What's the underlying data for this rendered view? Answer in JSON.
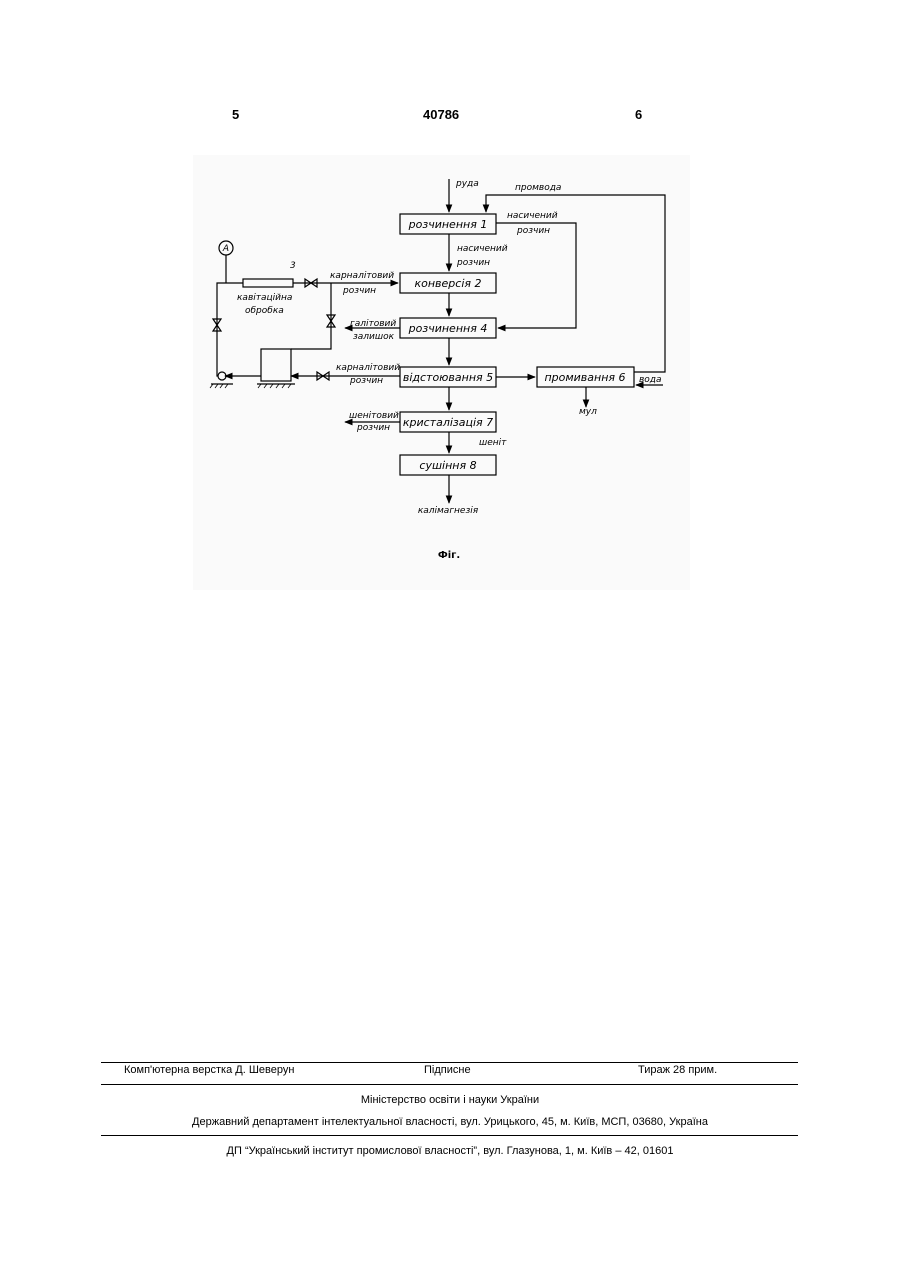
{
  "header": {
    "left_page": "5",
    "patent_number": "40786",
    "right_page": "6"
  },
  "figure": {
    "caption": "Фіг.",
    "boxes": {
      "b1": "розчинення 1",
      "b2": "конверсія 2",
      "b4": "розчинення 4",
      "b5": "відстоювання 5",
      "b6": "промивання 6",
      "b7": "кристалізація 7",
      "b8": "сушіння 8"
    },
    "labels": {
      "ore": "руда",
      "process_water": "промвода",
      "saturated_1": "насичений",
      "solution_1": "розчин",
      "saturated_2": "насичений",
      "solution_2": "розчин",
      "carnallite_1": "карналітовий",
      "carnallite_1b": "розчин",
      "halite_1": "галітовий",
      "halite_2": "залишок",
      "carnallite_2": "карналітовий",
      "carnallite_2b": "розчин",
      "schoenite_sol_1": "шенітовий",
      "schoenite_sol_2": "розчин",
      "schoenite": "шеніт",
      "water": "вода",
      "sludge": "мул",
      "product": "калімагнезія",
      "cav_1": "кавітаційна",
      "cav_2": "обробка",
      "num_3": "3",
      "pump_A": "А"
    }
  },
  "footer": {
    "layout": "Комп'ютерна верстка Д. Шеверун",
    "signed": "Підписне",
    "circulation": "Тираж 28 прим.",
    "ministry": "Міністерство освіти і науки України",
    "department": "Державний департамент інтелектуальної власності, вул. Урицького, 45, м. Київ, МСП, 03680, Україна",
    "institute": "ДП “Український інститут промислової власності”, вул. Глазунова, 1, м. Київ – 42, 01601"
  }
}
